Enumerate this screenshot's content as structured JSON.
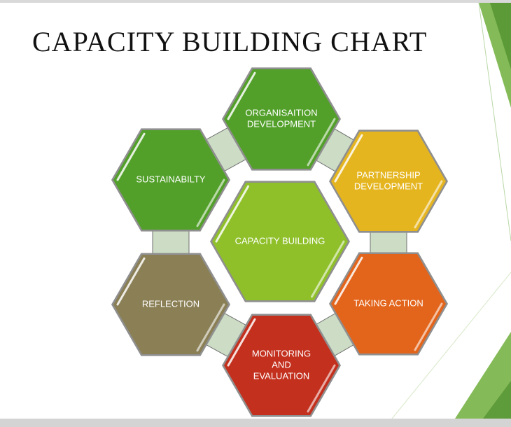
{
  "slide": {
    "title": "CAPACITY BUILDING CHART"
  },
  "colors": {
    "green": "#52a02a",
    "lime": "#8fc02a",
    "yellow": "#e5b520",
    "orange": "#e3641b",
    "red": "#c3301e",
    "olive": "#8a7f55",
    "connector": "#ccdcc5",
    "accent": "#6fae3a"
  },
  "diagram": {
    "center": {
      "lines": [
        "CAPACITY BUILDING"
      ],
      "color_key": "lime"
    },
    "hexagons": [
      {
        "key": "organisation",
        "lines": [
          "ORGANISAITION",
          "DEVELOPMENT"
        ],
        "color_key": "green"
      },
      {
        "key": "partnership",
        "lines": [
          "PARTNERSHIP",
          "DEVELOPMENT"
        ],
        "color_key": "yellow"
      },
      {
        "key": "taking-action",
        "lines": [
          "TAKING ACTION"
        ],
        "color_key": "orange"
      },
      {
        "key": "monitoring",
        "lines": [
          "MONITORING",
          "AND",
          "EVALUATION"
        ],
        "color_key": "red"
      },
      {
        "key": "reflection",
        "lines": [
          "REFLECTION"
        ],
        "color_key": "olive"
      },
      {
        "key": "sustainability",
        "lines": [
          "SUSTAINABILTY"
        ],
        "color_key": "green"
      }
    ]
  }
}
